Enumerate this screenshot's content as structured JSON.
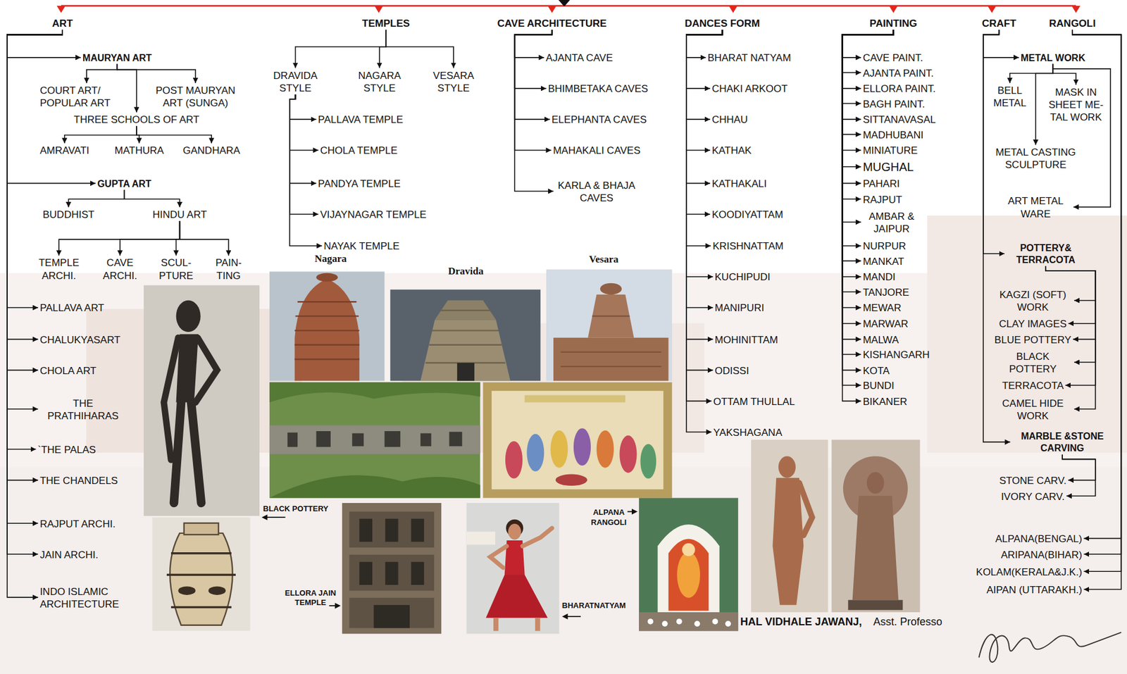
{
  "diagram": {
    "nodes": [
      {
        "text": [
          "ART"
        ]
      },
      {
        "text": [
          "MAURYAN ART"
        ]
      },
      {
        "text": [
          "COURT ART/ POPULAR ART"
        ]
      },
      {
        "text": [
          "POST MAURYAN ART (SUNGA)"
        ]
      },
      {
        "text": [
          "THREE SCHOOLS OF ART"
        ]
      },
      {
        "text": [
          "AMRAVATI"
        ]
      },
      {
        "text": [
          "MATHURA"
        ]
      },
      {
        "text": [
          "GANDHARA"
        ]
      },
      {
        "text": [
          "GUPTA ART"
        ]
      },
      {
        "text": [
          "BUDDHIST"
        ]
      },
      {
        "text": [
          "HINDU ART"
        ]
      },
      {
        "text": [
          "TEMPLE ARCHI."
        ]
      },
      {
        "text": [
          "CAVE ARCHI."
        ]
      },
      {
        "text": [
          "SCUL- PTURE"
        ]
      },
      {
        "text": [
          "PAIN- TING"
        ]
      },
      {
        "text": [
          "PALLAVA ART"
        ]
      },
      {
        "text": [
          "CHALUKYASART"
        ]
      },
      {
        "text": [
          "CHOLA ART"
        ]
      },
      {
        "text": [
          "THE PRATHIHARAS"
        ]
      },
      {
        "text": [
          "`THE PALAS"
        ]
      },
      {
        "text": [
          "THE CHANDELS"
        ]
      },
      {
        "text": [
          "RAJPUT ARCHI."
        ]
      },
      {
        "text": [
          "JAIN ARCHI."
        ]
      },
      {
        "text": [
          "INDO ISLAMIC ARCHITECTURE"
        ]
      },
      {
        "text": [
          "TEMPLES"
        ]
      },
      {
        "text": [
          "DRAVIDA STYLE"
        ]
      },
      {
        "text": [
          "NAGARA STYLE"
        ]
      },
      {
        "text": [
          "VESARA STYLE"
        ]
      },
      {
        "text": [
          "PALLAVA TEMPLE"
        ]
      },
      {
        "text": [
          "CHOLA TEMPLE"
        ]
      },
      {
        "text": [
          "PANDYA TEMPLE"
        ]
      },
      {
        "text": [
          "VIJAYNAGAR TEMPLE"
        ]
      },
      {
        "text": [
          "NAYAK TEMPLE"
        ]
      },
      {
        "text": [
          "CAVE ARCHITECTURE"
        ]
      },
      {
        "text": [
          "AJANTA CAVE"
        ]
      },
      {
        "text": [
          "BHIMBETAKA CAVES"
        ]
      },
      {
        "text": [
          "ELEPHANTA CAVES"
        ]
      },
      {
        "text": [
          "MAHAKALI CAVES"
        ]
      },
      {
        "text": [
          "KARLA & BHAJA CAVES"
        ]
      },
      {
        "text": [
          "DANCES FORM"
        ]
      },
      {
        "text": [
          "BHARAT NATYAM"
        ]
      },
      {
        "text": [
          "CHAKI ARKOOT"
        ]
      },
      {
        "text": [
          "CHHAU"
        ]
      },
      {
        "text": [
          "KATHAK"
        ]
      },
      {
        "text": [
          "KATHAKALI"
        ]
      },
      {
        "text": [
          "KOODIYATTAM"
        ]
      },
      {
        "text": [
          "KRISHNATTAM"
        ]
      },
      {
        "text": [
          "KUCHIPUDI"
        ]
      },
      {
        "text": [
          "MANIPURI"
        ]
      },
      {
        "text": [
          "MOHINITTAM"
        ]
      },
      {
        "text": [
          "ODISSI"
        ]
      },
      {
        "text": [
          "OTTAM THULLAL"
        ]
      },
      {
        "text": [
          "YAKSHAGANA"
        ]
      },
      {
        "text": [
          "PAINTING"
        ]
      },
      {
        "text": [
          "CAVE PAINT."
        ]
      },
      {
        "text": [
          "AJANTA PAINT."
        ]
      },
      {
        "text": [
          "ELLORA PAINT."
        ]
      },
      {
        "text": [
          "BAGH PAINT."
        ]
      },
      {
        "text": [
          "SITTANAVASAL"
        ]
      },
      {
        "text": [
          "MADHUBANI"
        ]
      },
      {
        "text": [
          "MINIATURE"
        ]
      },
      {
        "text": [
          "MUGHAL"
        ]
      },
      {
        "text": [
          "PAHARI"
        ]
      },
      {
        "text": [
          "RAJPUT"
        ]
      },
      {
        "text": [
          "AMBAR & JAIPUR"
        ]
      },
      {
        "text": [
          "NURPUR"
        ]
      },
      {
        "text": [
          "MANKAT"
        ]
      },
      {
        "text": [
          "MANDI"
        ]
      },
      {
        "text": [
          "TANJORE"
        ]
      },
      {
        "text": [
          "MEWAR"
        ]
      },
      {
        "text": [
          "MARWAR"
        ]
      },
      {
        "text": [
          "MALWA"
        ]
      },
      {
        "text": [
          "KISHANGARH"
        ]
      },
      {
        "text": [
          "KOTA"
        ]
      },
      {
        "text": [
          "BUNDI"
        ]
      },
      {
        "text": [
          "BIKANER"
        ]
      },
      {
        "text": [
          "CRAFT"
        ]
      },
      {
        "text": [
          "RANGOLI"
        ]
      },
      {
        "text": [
          "METAL WORK"
        ]
      },
      {
        "text": [
          "BELL METAL"
        ]
      },
      {
        "text": [
          "MASK IN SHEET ME- TAL WORK"
        ]
      },
      {
        "text": [
          "METAL CASTING SCULPTURE"
        ]
      },
      {
        "text": [
          "ART METAL WARE"
        ]
      },
      {
        "text": [
          "POTTERY& TERRACOTA"
        ]
      },
      {
        "text": [
          "KAGZI (SOFT) WORK"
        ]
      },
      {
        "text": [
          "CLAY IMAGES"
        ]
      },
      {
        "text": [
          "BLUE POTTERY"
        ]
      },
      {
        "text": [
          "BLACK POTTERY"
        ]
      },
      {
        "text": [
          "TERRACOTA"
        ]
      },
      {
        "text": [
          "CAMEL HIDE WORK"
        ]
      },
      {
        "text": [
          "MARBLE &STONE CARVING"
        ]
      },
      {
        "text": [
          "STONE CARV."
        ]
      },
      {
        "text": [
          "IVORY CARV."
        ]
      },
      {
        "text": [
          "ALPANA(BENGAL)"
        ]
      },
      {
        "text": [
          "ARIPANA(BIHAR)"
        ]
      },
      {
        "text": [
          "KOLAM(KERALA&J.K.)"
        ]
      },
      {
        "text": [
          "AIPAN (UTTARAKH.)"
        ]
      }
    ],
    "edges": [
      {
        "from": 0,
        "to": 1,
        "arrow": "to"
      },
      {
        "from": 0,
        "to": 8,
        "arrow": "to"
      },
      {
        "from": 0,
        "to": 15,
        "arrow": "to"
      },
      {
        "from": 0,
        "to": 16,
        "arrow": "to"
      },
      {
        "from": 0,
        "to": 17,
        "arrow": "to"
      },
      {
        "from": 0,
        "to": 18,
        "arrow": "to"
      },
      {
        "from": 0,
        "to": 19,
        "arrow": "to"
      },
      {
        "from": 0,
        "to": 20,
        "arrow": "to"
      },
      {
        "from": 0,
        "to": 21,
        "arrow": "to"
      },
      {
        "from": 0,
        "to": 22,
        "arrow": "to"
      },
      {
        "from": 0,
        "to": 23,
        "arrow": "to"
      },
      {
        "from": 1,
        "to": 2,
        "arrow": "to"
      },
      {
        "from": 1,
        "to": 3,
        "arrow": "to"
      },
      {
        "from": 1,
        "to": 4,
        "arrow": "to"
      },
      {
        "from": 4,
        "to": 5,
        "arrow": "to"
      },
      {
        "from": 4,
        "to": 6,
        "arrow": "to"
      },
      {
        "from": 4,
        "to": 7,
        "arrow": "to"
      },
      {
        "from": 8,
        "to": 9,
        "arrow": "to"
      },
      {
        "from": 8,
        "to": 10,
        "arrow": "to"
      },
      {
        "from": 10,
        "to": 11,
        "arrow": "to"
      },
      {
        "from": 10,
        "to": 12,
        "arrow": "to"
      },
      {
        "from": 10,
        "to": 13,
        "arrow": "to"
      },
      {
        "from": 10,
        "to": 14,
        "arrow": "to"
      },
      {
        "from": 24,
        "to": 25,
        "arrow": "to"
      },
      {
        "from": 24,
        "to": 26,
        "arrow": "to"
      },
      {
        "from": 24,
        "to": 27,
        "arrow": "to"
      },
      {
        "from": 25,
        "to": 28,
        "arrow": "to"
      },
      {
        "from": 25,
        "to": 29,
        "arrow": "to"
      },
      {
        "from": 25,
        "to": 30,
        "arrow": "to"
      },
      {
        "from": 25,
        "to": 31,
        "arrow": "to"
      },
      {
        "from": 25,
        "to": 32,
        "arrow": "to"
      },
      {
        "from": 33,
        "to": 34,
        "arrow": "to"
      },
      {
        "from": 33,
        "to": 35,
        "arrow": "to"
      },
      {
        "from": 33,
        "to": 36,
        "arrow": "to"
      },
      {
        "from": 33,
        "to": 37,
        "arrow": "to"
      },
      {
        "from": 33,
        "to": 38,
        "arrow": "to"
      },
      {
        "from": 39,
        "to": 40,
        "arrow": "to"
      },
      {
        "from": 39,
        "to": 41,
        "arrow": "to"
      },
      {
        "from": 39,
        "to": 42,
        "arrow": "to"
      },
      {
        "from": 39,
        "to": 43,
        "arrow": "to"
      },
      {
        "from": 39,
        "to": 44,
        "arrow": "to"
      },
      {
        "from": 39,
        "to": 45,
        "arrow": "to"
      },
      {
        "from": 39,
        "to": 46,
        "arrow": "to"
      },
      {
        "from": 39,
        "to": 47,
        "arrow": "to"
      },
      {
        "from": 39,
        "to": 48,
        "arrow": "to"
      },
      {
        "from": 39,
        "to": 49,
        "arrow": "to"
      },
      {
        "from": 39,
        "to": 50,
        "arrow": "to"
      },
      {
        "from": 39,
        "to": 51,
        "arrow": "to"
      },
      {
        "from": 39,
        "to": 52,
        "arrow": "to"
      },
      {
        "from": 53,
        "to": 54,
        "arrow": "to"
      },
      {
        "from": 53,
        "to": 55,
        "arrow": "to"
      },
      {
        "from": 53,
        "to": 56,
        "arrow": "to"
      },
      {
        "from": 53,
        "to": 57,
        "arrow": "to"
      },
      {
        "from": 53,
        "to": 58,
        "arrow": "to"
      },
      {
        "from": 53,
        "to": 59,
        "arrow": "to"
      },
      {
        "from": 53,
        "to": 60,
        "arrow": "to"
      },
      {
        "from": 53,
        "to": 61,
        "arrow": "to"
      },
      {
        "from": 53,
        "to": 62,
        "arrow": "to"
      },
      {
        "from": 53,
        "to": 63,
        "arrow": "to"
      },
      {
        "from": 53,
        "to": 64,
        "arrow": "to"
      },
      {
        "from": 53,
        "to": 65,
        "arrow": "to"
      },
      {
        "from": 53,
        "to": 66,
        "arrow": "to"
      },
      {
        "from": 53,
        "to": 67,
        "arrow": "to"
      },
      {
        "from": 53,
        "to": 68,
        "arrow": "to"
      },
      {
        "from": 53,
        "to": 69,
        "arrow": "to"
      },
      {
        "from": 53,
        "to": 70,
        "arrow": "to"
      },
      {
        "from": 53,
        "to": 71,
        "arrow": "to"
      },
      {
        "from": 53,
        "to": 72,
        "arrow": "to"
      },
      {
        "from": 53,
        "to": 73,
        "arrow": "to"
      },
      {
        "from": 53,
        "to": 74,
        "arrow": "to"
      },
      {
        "from": 53,
        "to": 75,
        "arrow": "to"
      },
      {
        "from": 76,
        "to": 78,
        "arrow": "to"
      },
      {
        "from": 76,
        "to": 83,
        "arrow": "to"
      },
      {
        "from": 76,
        "to": 90,
        "arrow": "to"
      },
      {
        "from": 78,
        "to": 79,
        "arrow": "to"
      },
      {
        "from": 78,
        "to": 80,
        "arrow": "to"
      },
      {
        "from": 78,
        "to": 81,
        "arrow": "to"
      },
      {
        "from": 78,
        "to": 82,
        "arrow": "to"
      },
      {
        "from": 83,
        "to": 84,
        "arrow": "to"
      },
      {
        "from": 83,
        "to": 85,
        "arrow": "to"
      },
      {
        "from": 83,
        "to": 86,
        "arrow": "to"
      },
      {
        "from": 83,
        "to": 87,
        "arrow": "to"
      },
      {
        "from": 83,
        "to": 88,
        "arrow": "to"
      },
      {
        "from": 83,
        "to": 89,
        "arrow": "to"
      },
      {
        "from": 90,
        "to": 91,
        "arrow": "to"
      },
      {
        "from": 90,
        "to": 92,
        "arrow": "to"
      },
      {
        "from": 77,
        "to": 93,
        "arrow": "to"
      },
      {
        "from": 77,
        "to": 94,
        "arrow": "to"
      },
      {
        "from": 77,
        "to": 95,
        "arrow": "to"
      },
      {
        "from": 77,
        "to": 96,
        "arrow": "to"
      }
    ],
    "labels": [
      "Nagara",
      "Dravida",
      "Vesara",
      "BLACK POTTERY",
      "ELLORA JAIN TEMPLE",
      "BHARATNATYAM",
      "ALPANA RANGOLI",
      "HAL VIDHALE JAWANJ,",
      "Asst. Professo"
    ]
  }
}
